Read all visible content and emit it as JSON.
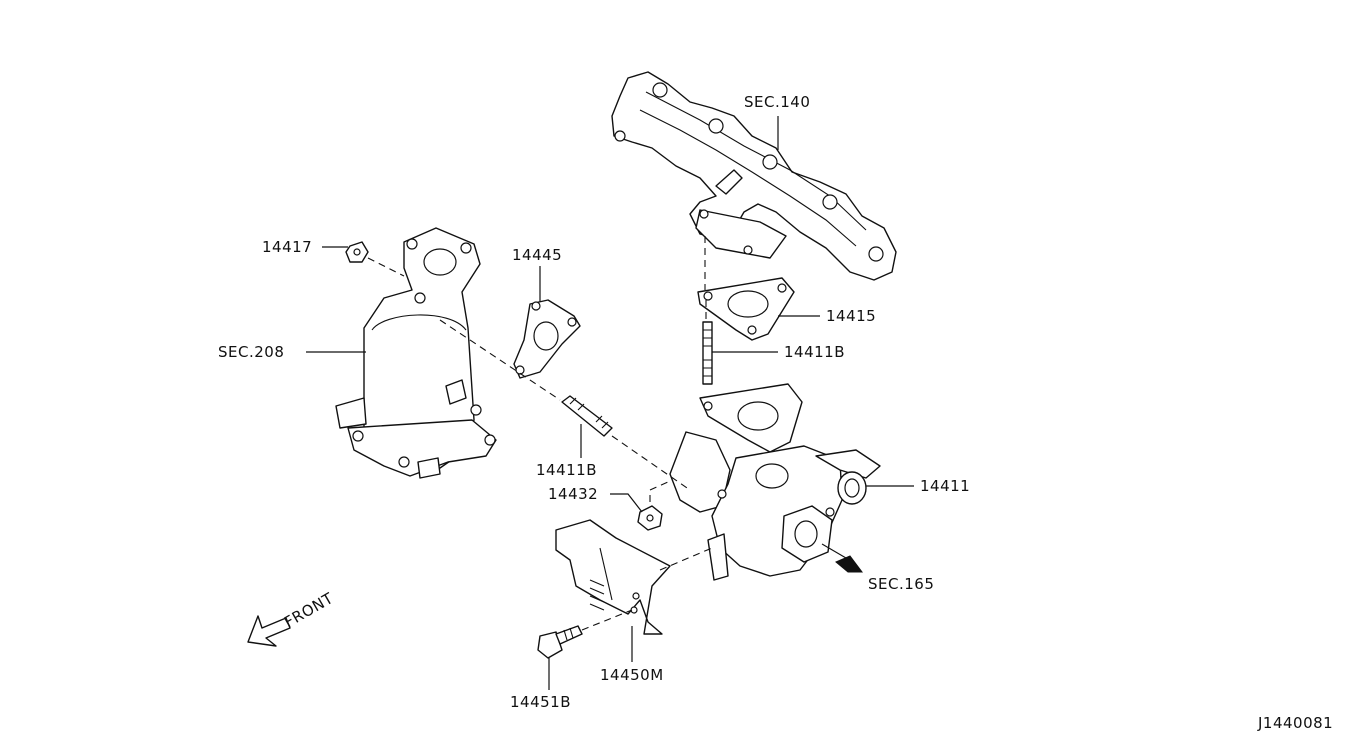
{
  "callouts": {
    "sec140": "SEC.140",
    "p14417": "14417",
    "p14445": "14445",
    "sec208": "SEC.208",
    "p14415": "14415",
    "p14411B_upper": "14411B",
    "p14411B_lower": "14411B",
    "p14432": "14432",
    "p14411": "14411",
    "sec165": "SEC.165",
    "front": "FRONT",
    "p14450M": "14450M",
    "p14451B": "14451B"
  },
  "diagram_id": "J1440081",
  "colors": {
    "line": "#111111",
    "background": "#ffffff"
  }
}
